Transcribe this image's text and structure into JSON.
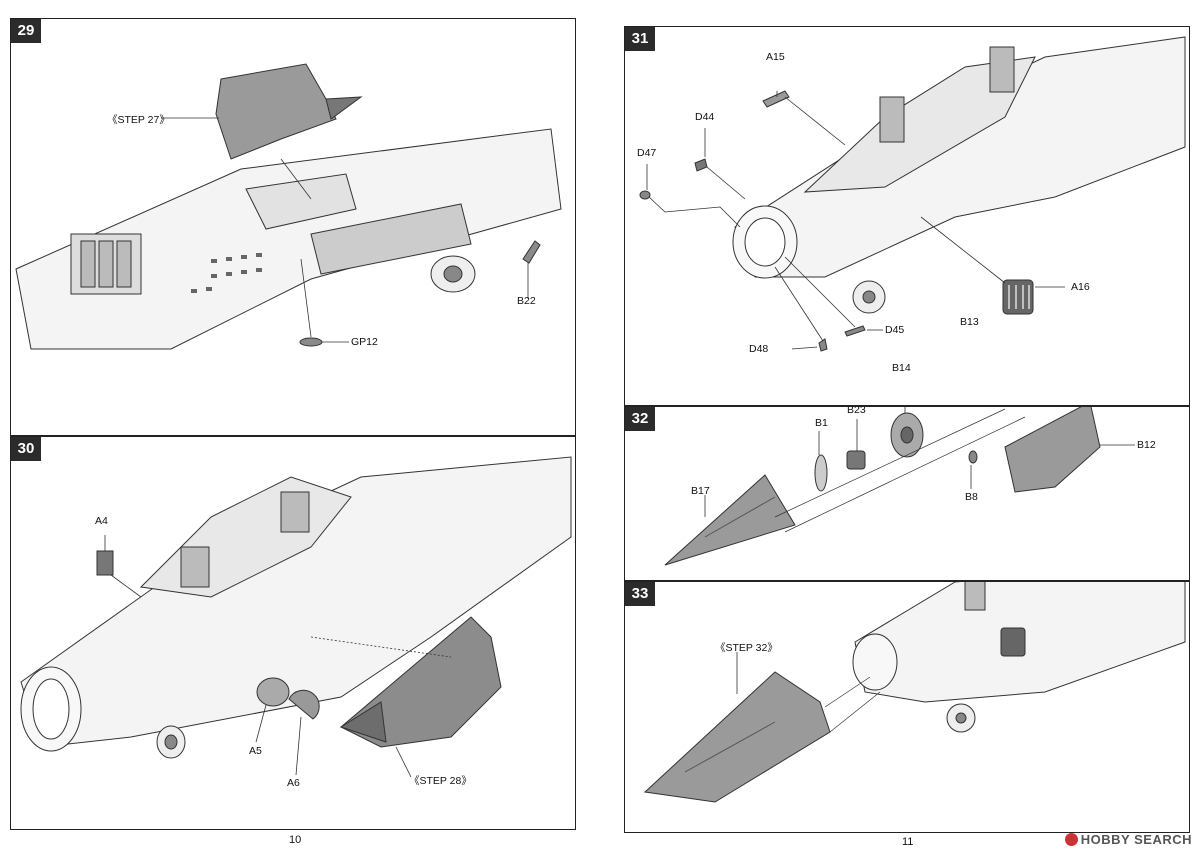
{
  "left_page": {
    "page_number": "10",
    "step29": {
      "number": "29",
      "labels": {
        "step_ref": "《STEP 27》",
        "b22": "B22",
        "gp12": "GP12"
      }
    },
    "step30": {
      "number": "30",
      "labels": {
        "a4": "A4",
        "a5": "A5",
        "a6": "A6",
        "step_ref": "《STEP 28》"
      }
    }
  },
  "right_page": {
    "page_number": "11",
    "step31": {
      "number": "31",
      "labels": {
        "a15": "A15",
        "d44": "D44",
        "d47": "D47",
        "a16": "A16",
        "d45": "D45",
        "d48": "D48"
      }
    },
    "step32": {
      "number": "32",
      "labels": {
        "b13": "B13",
        "b14": "B14",
        "b23": "B23",
        "b1": "B1",
        "b17": "B17",
        "b12": "B12",
        "b8": "B8"
      }
    },
    "step33": {
      "number": "33",
      "labels": {
        "step_ref": "《STEP 32》"
      }
    }
  },
  "watermark": {
    "brand": "HOBBY SEARCH"
  },
  "colors": {
    "part_gray": "#9a9a9a",
    "line": "#333333",
    "frame": "#222222"
  }
}
